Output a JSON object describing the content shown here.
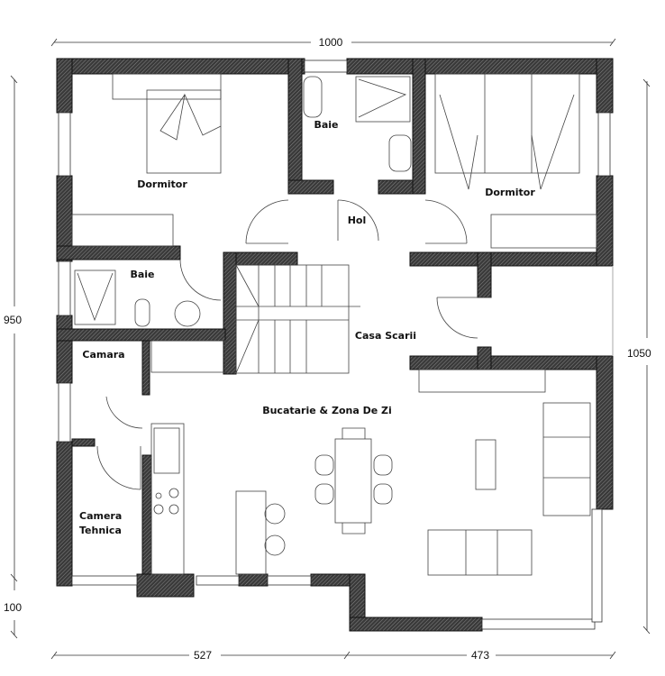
{
  "dimensions": {
    "top_width": "1000",
    "left_height": "950",
    "left_bottom_offset": "100",
    "right_height": "1050",
    "bottom_left": "527",
    "bottom_right": "473"
  },
  "rooms": {
    "dormitor_left": "Dormitor",
    "baie_top": "Baie",
    "dormitor_right": "Dormitor",
    "hol": "Hol",
    "baie_left": "Baie",
    "casa_scarii": "Casa Scarii",
    "camara": "Camara",
    "bucatarie": "Bucatarie & Zona De Zi",
    "camera_tehnica_line1": "Camera",
    "camera_tehnica_line2": "Tehnica"
  },
  "colors": {
    "wall": "#333333",
    "line": "#444444"
  }
}
